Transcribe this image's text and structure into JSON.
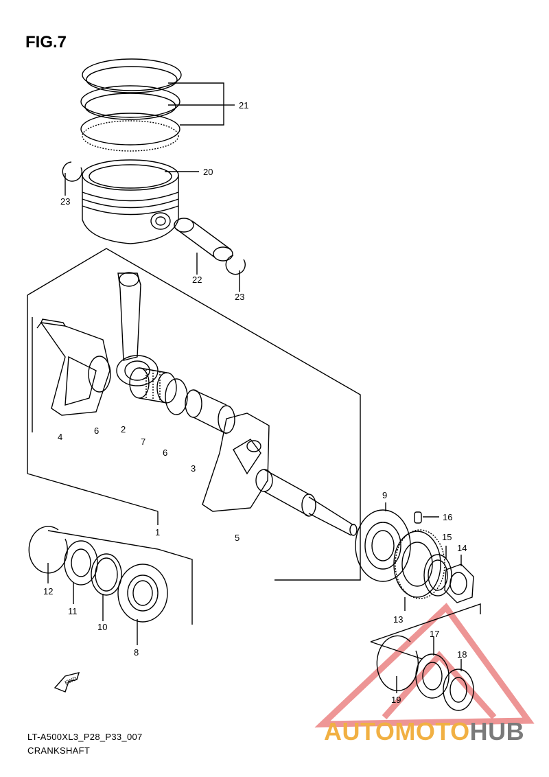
{
  "figure": {
    "title": "FIG.7"
  },
  "caption": {
    "code": "LT-A500XL3_P28_P33_007",
    "name": "CRANKSHAFT"
  },
  "callouts": {
    "c1": "1",
    "c2": "2",
    "c3": "3",
    "c4": "4",
    "c5": "5",
    "c6a": "6",
    "c6b": "6",
    "c7": "7",
    "c8": "8",
    "c9": "9",
    "c10": "10",
    "c11": "11",
    "c12": "12",
    "c13": "13",
    "c14": "14",
    "c15": "15",
    "c16": "16",
    "c17": "17",
    "c18": "18",
    "c19": "19",
    "c20": "20",
    "c21": "21",
    "c22": "22",
    "c23a": "23",
    "c23b": "23"
  },
  "fwd_arrow": {
    "label": "FWD"
  },
  "watermark": {
    "part1": "AUTOMOTO",
    "part2": "HUB",
    "color1": "#f1b043",
    "color2": "#7a7a7a",
    "triangle_color": "#e04040"
  }
}
